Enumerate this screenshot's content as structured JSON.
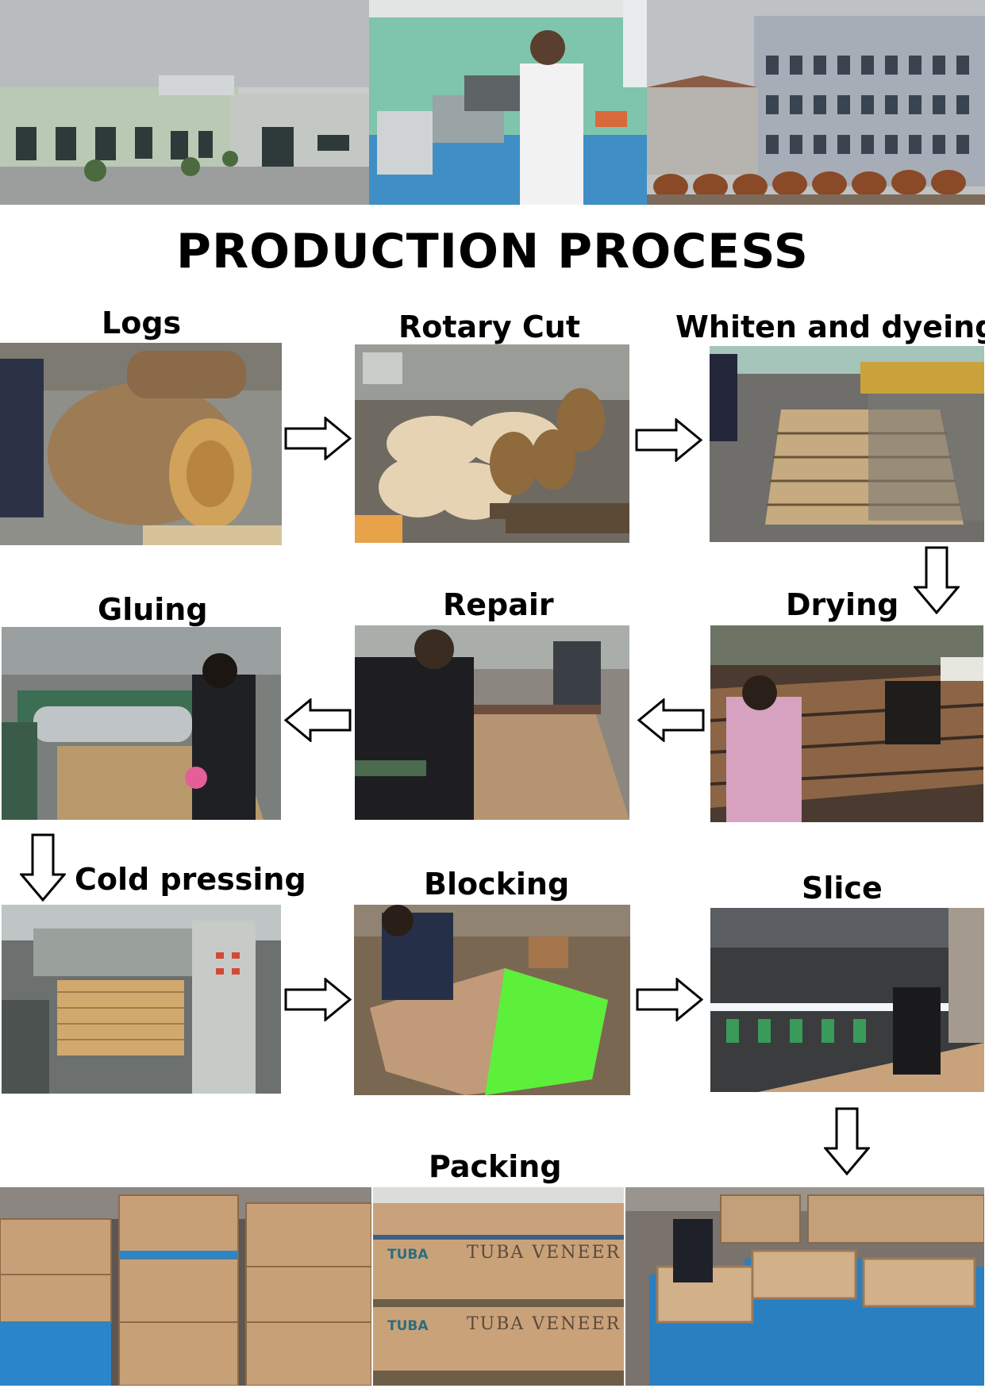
{
  "title": "PRODUCTION PROCESS",
  "steps": {
    "logs": "Logs",
    "rotary_cut": "Rotary Cut",
    "whiten": "Whiten and dyeing",
    "drying": "Drying",
    "repair": "Repair",
    "gluing": "Gluing",
    "cold_pressing": "Cold pressing",
    "blocking": "Blocking",
    "slice": "Slice",
    "packing": "Packing"
  },
  "box_brand": "TUBA VENEER",
  "box_logo": "TUBA",
  "icons": {
    "arrow_right": "arrow-right-icon",
    "arrow_left": "arrow-left-icon",
    "arrow_down": "arrow-down-icon"
  }
}
